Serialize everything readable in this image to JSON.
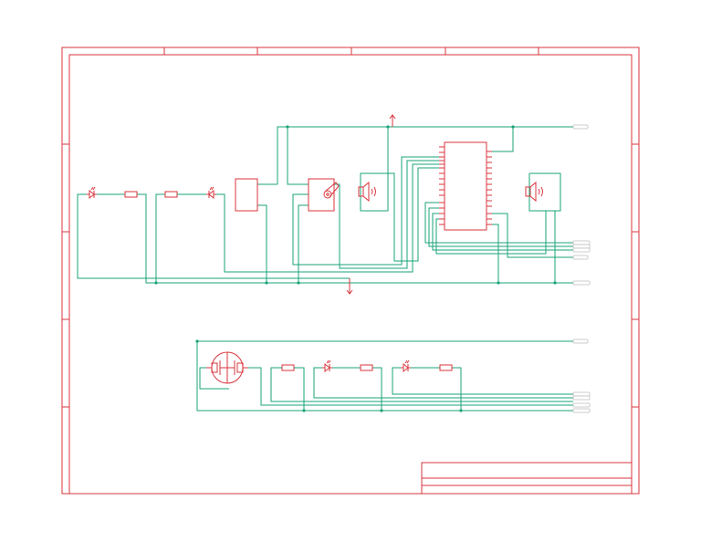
{
  "colors": {
    "background": "#ffffff",
    "frame": "#d9363e",
    "part": "#d9363e",
    "wire": "#1aa37a",
    "port": "#bfbfbf"
  },
  "components": [
    {
      "name": "led-1",
      "type": "led"
    },
    {
      "name": "resistor-1",
      "type": "resistor"
    },
    {
      "name": "resistor-2",
      "type": "resistor"
    },
    {
      "name": "led-2",
      "type": "led"
    },
    {
      "name": "module-1",
      "type": "module"
    },
    {
      "name": "servo-1",
      "type": "servo"
    },
    {
      "name": "speaker-1",
      "type": "speaker"
    },
    {
      "name": "ic-main",
      "type": "ic"
    },
    {
      "name": "speaker-2",
      "type": "speaker"
    },
    {
      "name": "transistor-1",
      "type": "transistor"
    },
    {
      "name": "resistor-3",
      "type": "resistor"
    },
    {
      "name": "led-3",
      "type": "led"
    },
    {
      "name": "resistor-4",
      "type": "resistor"
    },
    {
      "name": "led-4",
      "type": "led"
    },
    {
      "name": "resistor-5",
      "type": "resistor"
    }
  ],
  "power_symbols": [
    "vcc",
    "gnd"
  ],
  "net_ports": 11,
  "title_block": {
    "rows": 3
  }
}
